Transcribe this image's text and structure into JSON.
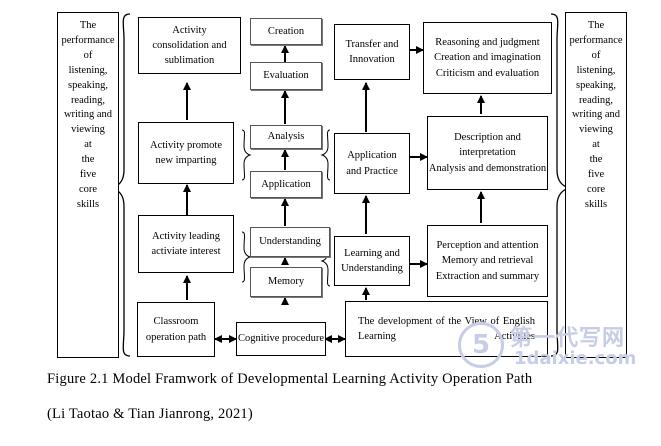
{
  "left_column": {
    "lines": [
      "The",
      "performance",
      "of",
      "listening,",
      "speaking,",
      "reading,",
      "writing and",
      "viewing",
      "at",
      "the",
      "five",
      "core",
      "skills"
    ]
  },
  "right_column": {
    "lines": [
      "The",
      "performance",
      "of",
      "listening,",
      "speaking,",
      "reading,",
      "writing and",
      "viewing",
      "at",
      "the",
      "five",
      "core",
      "skills"
    ]
  },
  "boxes": {
    "activity_consolidation": "Activity consolidation and sublimation",
    "activity_promote": "Activity promote new imparting",
    "activity_leading": "Activity leading activiate interest",
    "classroom_path": "Classroom operation path",
    "creation": "Creation",
    "evaluation": "Evaluation",
    "analysis": "Analysis",
    "application": "Application",
    "understanding": "Understanding",
    "memory": "Memory",
    "cognitive_procedure": "Cognitive procedure",
    "transfer_innovation": "Transfer and Innovation",
    "application_practice": "Application and Practice",
    "learning_understanding": "Learning and Understanding",
    "view_of_english": "The development of the View of English Learning Activities",
    "reasoning": [
      "Reasoning and judgment",
      "Creation and imagination",
      "Criticism and evaluation"
    ],
    "description": [
      "Description and",
      "interpretation",
      "Analysis and demonstration"
    ],
    "perception": [
      "Perception and attention",
      "Memory and retrieval",
      "Extraction and summary"
    ]
  },
  "caption": {
    "line1": "Figure 2.1 Model Framwork of Developmental Learning Activity Operation Path",
    "line2": "(Li Taotao & Tian Jianrong, 2021)"
  },
  "watermark": {
    "logo": "5",
    "chinese": "第一代写网",
    "url": "1daixie.com"
  }
}
